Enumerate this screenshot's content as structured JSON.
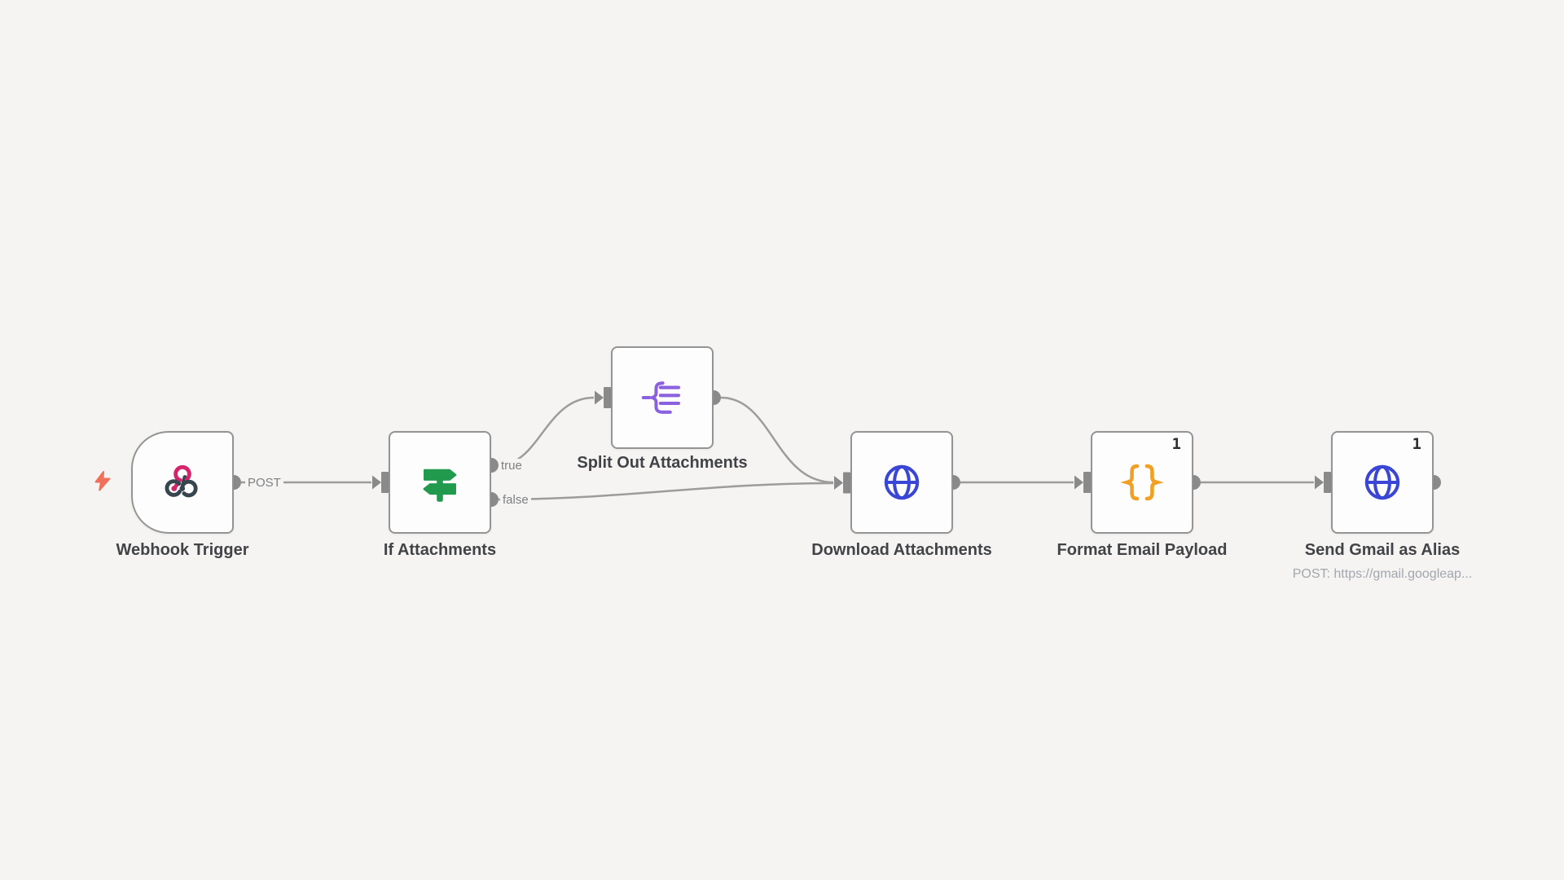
{
  "app": "workflow-editor-canvas",
  "canvas": {
    "background_color": "#f5f4f2",
    "wire_color": "#9c9c9c",
    "connector_color": "#8a8a8a",
    "node_border_color": "#949494",
    "node_fill_color": "#fdfdfd"
  },
  "trigger_indicator": {
    "icon": "lightning-bolt-icon",
    "color": "#f0705c"
  },
  "nodes": [
    {
      "label": "Webhook Trigger",
      "icon": "webhook-icon",
      "shape": "trigger-rounded-left",
      "icon_colors": {
        "pink": "#d5246c",
        "dark": "#36454e"
      },
      "output_wire_label": "POST"
    },
    {
      "label": "If Attachments",
      "icon": "if-signpost-icon",
      "icon_colors": {
        "green": "#219a4d"
      },
      "outputs": [
        "true",
        "false"
      ]
    },
    {
      "label": "Split Out Attachments",
      "icon": "split-out-icon",
      "icon_colors": {
        "purple": "#8b61e0"
      }
    },
    {
      "label": "Download Attachments",
      "icon": "globe-icon",
      "icon_colors": {
        "blue": "#3a46d6"
      }
    },
    {
      "label": "Format Email Payload",
      "icon": "curly-braces-icon",
      "icon_colors": {
        "orange": "#f2a024"
      },
      "items_count": "1"
    },
    {
      "label": "Send Gmail as Alias",
      "icon": "globe-icon",
      "icon_colors": {
        "blue": "#3a46d6"
      },
      "items_count": "1",
      "subtitle": "POST: https://gmail.googleap..."
    }
  ],
  "wire_labels": {
    "post": "POST",
    "if_true": "true",
    "if_false": "false"
  },
  "connections": [
    "Webhook Trigger -> If Attachments (POST)",
    "If Attachments:true -> Split Out Attachments",
    "If Attachments:false -> Download Attachments",
    "Split Out Attachments -> Download Attachments",
    "Download Attachments -> Format Email Payload",
    "Format Email Payload -> Send Gmail as Alias"
  ]
}
